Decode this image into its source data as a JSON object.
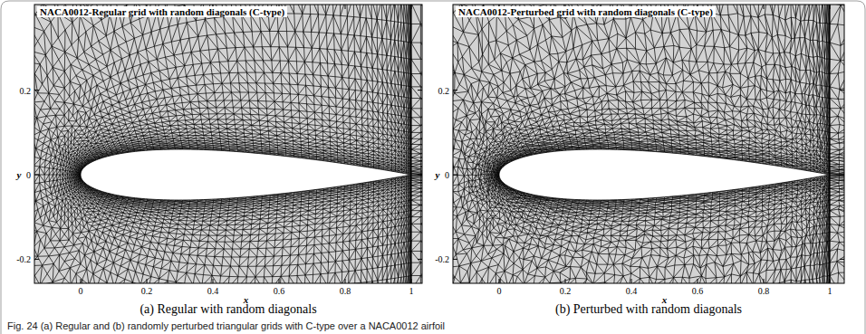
{
  "diagram": {
    "caption": "Fig. 24 (a) Regular and (b) randomly perturbed triangular grids with C-type over a NACA0012 airfoil",
    "labels": [
      "NACA0012-Regular grid with random diagonals (C-type)",
      "0.2",
      "0",
      "-0.2",
      "y",
      "0",
      "0.2",
      "0.4",
      "0.6",
      "0.8",
      "1",
      "x",
      "(a) Regular with random diagonals",
      "NACA0012-Perturbed grid with random diagonals (C-type)",
      "0.2",
      "0",
      "-0.2",
      "y",
      "0",
      "0.2",
      "0.4",
      "0.6",
      "0.8",
      "1",
      "x",
      "(b) Perturbed with random diagonals"
    ]
  }
}
